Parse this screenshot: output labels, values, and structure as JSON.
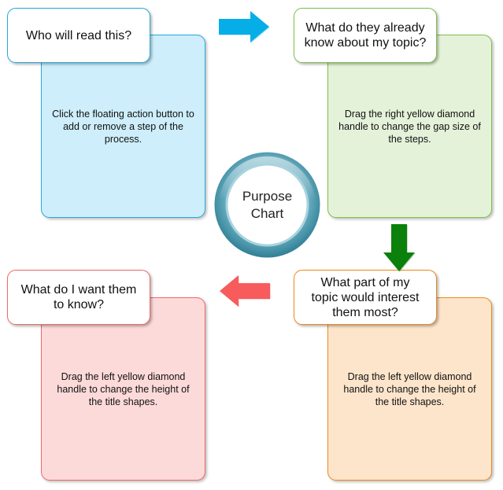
{
  "hub": {
    "label": "Purpose\nChart",
    "color": "#4a94a8"
  },
  "steps": [
    {
      "title": "Who will read this?",
      "body": "Click the floating action button to add or remove a step of the process.",
      "fill": "#cdeefa",
      "border": "#27a9de"
    },
    {
      "title": "What do they already know about my topic?",
      "body": "Drag the right yellow diamond handle to change the gap size of the steps.",
      "fill": "#e5f2da",
      "border": "#7ec04a"
    },
    {
      "title": "What part of my topic would interest them most?",
      "body": "Drag the left yellow diamond handle to change the height of the title shapes.",
      "fill": "#fde5cc",
      "border": "#f0891c"
    },
    {
      "title": "What do I want them to know?",
      "body": "Drag the left yellow diamond handle to change the height of the title shapes.",
      "fill": "#fddada",
      "border": "#f06868"
    }
  ],
  "arrows": [
    {
      "direction": "right",
      "color": "#06aee8"
    },
    {
      "direction": "down",
      "color": "#0b800b"
    },
    {
      "direction": "left",
      "color": "#f75b5b"
    }
  ]
}
